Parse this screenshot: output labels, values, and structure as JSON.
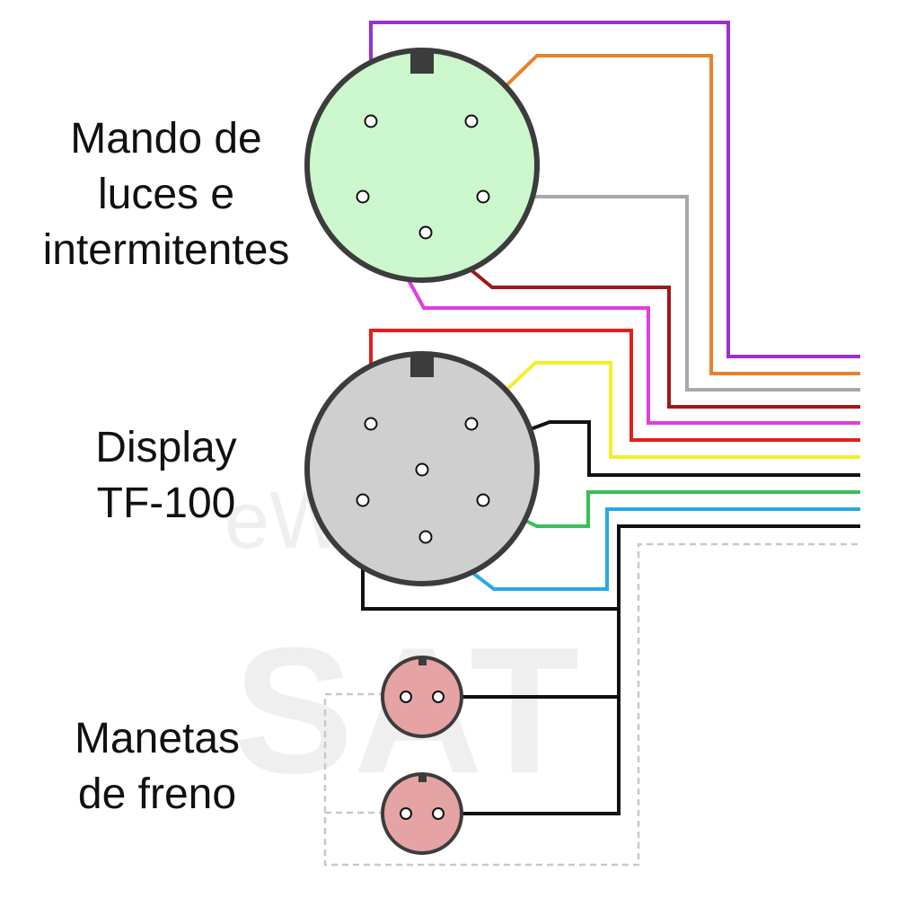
{
  "labels": {
    "mando": [
      "Mando de",
      "luces e",
      "intermitentes"
    ],
    "display": [
      "Display",
      "TF-100"
    ],
    "manetas": [
      "Manetas",
      "de freno"
    ]
  },
  "watermark": {
    "text": "eWheel",
    "sub": "SAT"
  },
  "colors": {
    "mando_fill": "#ccf7cc",
    "display_fill": "#cfcfcf",
    "maneta_fill": "#e6a3a3",
    "connector_stroke": "#3c3c3c",
    "wire_purple": "#9b2fd0",
    "wire_orange": "#e8822a",
    "wire_gray": "#a8a8a8",
    "wire_darkred": "#a3161a",
    "wire_magenta": "#e03ee0",
    "wire_red": "#e3201b",
    "wire_yellow": "#f2f02a",
    "wire_black": "#111111",
    "wire_green": "#36c05a",
    "wire_blue": "#26a8e8",
    "dashed": "#c8c8c8"
  }
}
